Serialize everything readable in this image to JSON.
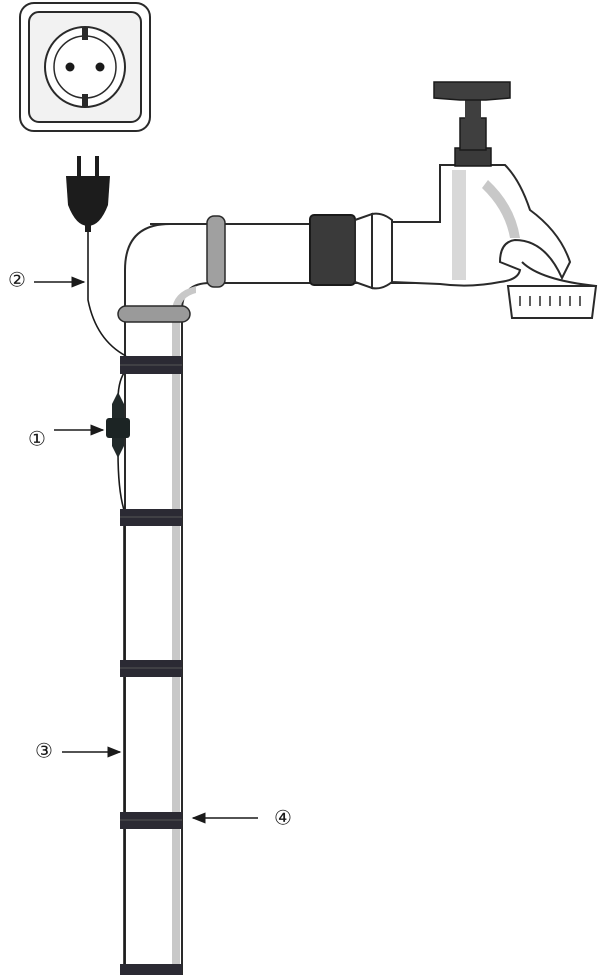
{
  "callouts": [
    {
      "id": "1",
      "label": "①"
    },
    {
      "id": "2",
      "label": "②"
    },
    {
      "id": "3",
      "label": "③"
    },
    {
      "id": "4",
      "label": "④"
    }
  ],
  "colors": {
    "outline": "#2a2a2a",
    "pipe_fill": "#ffffff",
    "pipe_shade": "#c8c8c8",
    "pipe_ring": "#9a9a9a",
    "tape_band": "#2b2a33",
    "coupling": "#3a3a3a",
    "cable": "#1a1a1a",
    "thermostat": "#222a2a",
    "plug": "#1c1c1c",
    "outlet_frame": "#f2f2f2"
  },
  "icons": [
    "socket-icon",
    "plug-icon",
    "faucet-icon",
    "thermostat-icon",
    "pipe-icon"
  ]
}
